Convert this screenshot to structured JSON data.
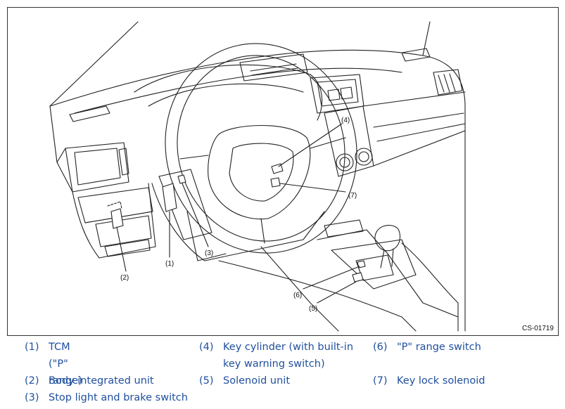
{
  "figure": {
    "code": "CS-01719",
    "callouts": [
      "(1)",
      "(2)",
      "(3)",
      "(4)",
      "(5)",
      "(6)",
      "(7)"
    ]
  },
  "legend": [
    {
      "num": "(1)",
      "text": "TCM (\"P\" range)"
    },
    {
      "num": "(2)",
      "text": "Body integrated unit"
    },
    {
      "num": "(3)",
      "text": "Stop light and brake switch"
    },
    {
      "num": "(4)",
      "text": "Key cylinder (with built-in",
      "text2": "key warning switch)"
    },
    {
      "num": "(5)",
      "text": "Solenoid unit"
    },
    {
      "num": "(6)",
      "text": "\"P\" range switch"
    },
    {
      "num": "(7)",
      "text": "Key lock solenoid"
    }
  ],
  "colors": {
    "legend_text": "#1f4f9e",
    "line_art": "#222222"
  }
}
